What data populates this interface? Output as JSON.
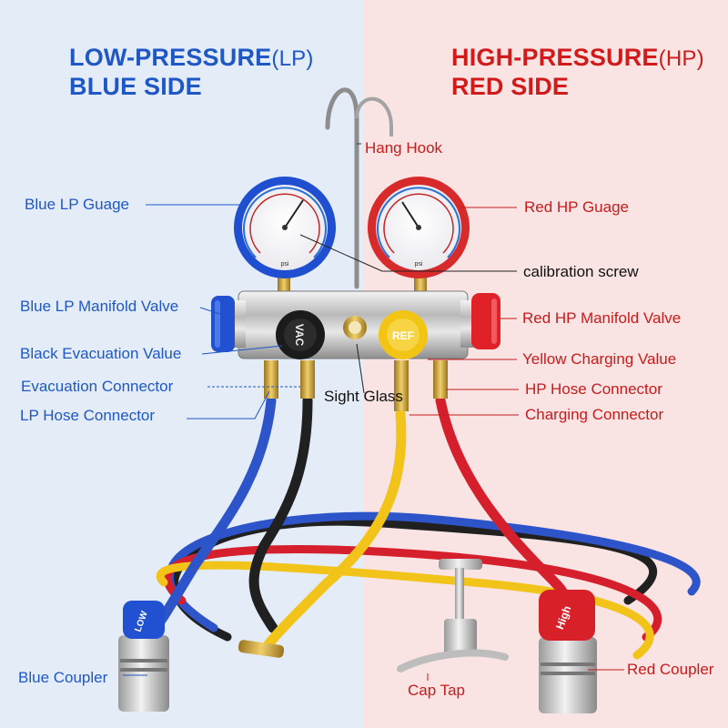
{
  "colors": {
    "blue_text": "#1f57c4",
    "red_text": "#c81b1b",
    "left_background": "#e3ecf7",
    "right_background": "#f9e3e3",
    "hose_blue": "#2d54c8",
    "hose_red": "#d61f2c",
    "hose_yellow": "#f2c318",
    "hose_black": "#202020"
  },
  "headers": {
    "left": {
      "line1": "LOW-PRESSURE",
      "line1_suffix": "(LP)",
      "line2": "BLUE SIDE"
    },
    "right": {
      "line1": "HIGH-PRESSURE",
      "line1_suffix": "(HP)",
      "line2": "RED SIDE"
    }
  },
  "labels": {
    "hang_hook": "Hang Hook",
    "blue_lp_gauge": "Blue LP Guage",
    "red_hp_gauge": "Red HP Guage",
    "calibration_screw": "calibration screw",
    "blue_lp_manifold_valve": "Blue LP Manifold Valve",
    "red_hp_manifold_valve": "Red HP Manifold Valve",
    "black_evacuation_valve": "Black Evacuation Value",
    "yellow_charging_valve": "Yellow Charging Value",
    "evacuation_connector": "Evacuation Connector",
    "hp_hose_connector": "HP Hose Connector",
    "sight_glass": "Sight Glass",
    "lp_hose_connector": "LP Hose Connector",
    "charging_connector": "Charging Connector",
    "blue_coupler": "Blue Coupler",
    "cap_tap": "Cap Tap",
    "red_coupler": "Red Coupler"
  },
  "device_markings": {
    "vac_knob": "VAC",
    "ref_knob": "REF",
    "low_coupler": "LOW",
    "high_coupler": "High",
    "gauge_unit": "psi"
  }
}
